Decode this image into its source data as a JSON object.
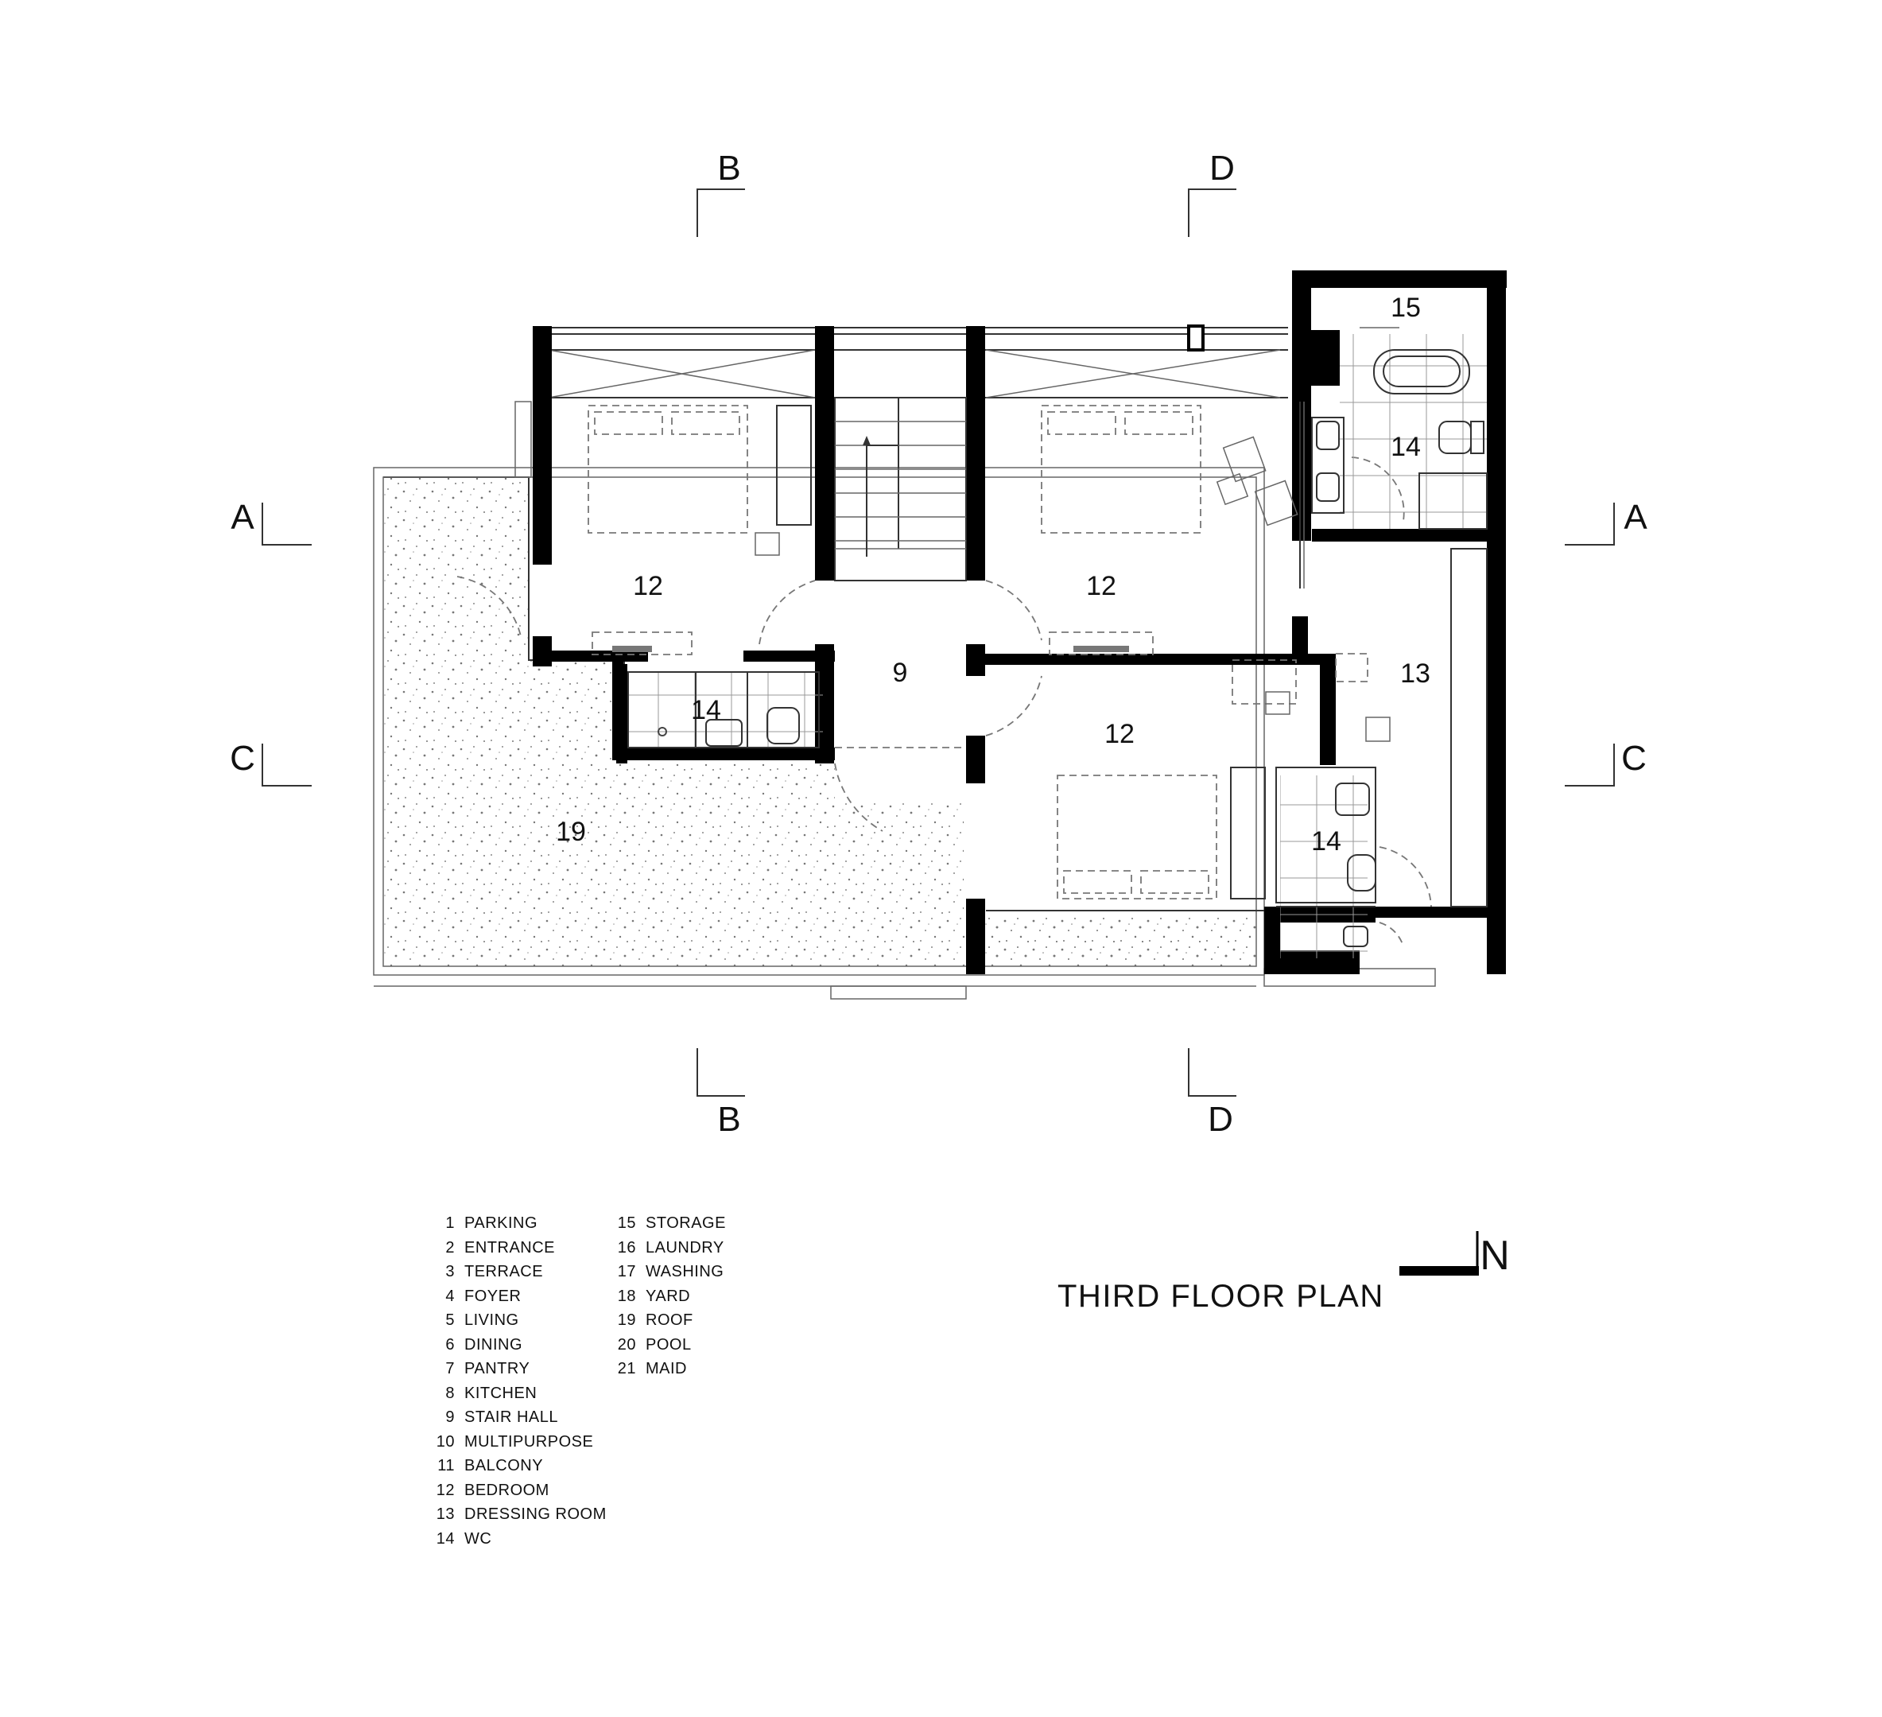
{
  "title": "THIRD FLOOR PLAN",
  "north_label": "N",
  "sections": {
    "a_left": "A",
    "a_right": "A",
    "b_top": "B",
    "b_bottom": "B",
    "c_left": "C",
    "c_right": "C",
    "d_top": "D",
    "d_bottom": "D"
  },
  "rooms": {
    "bedroom_nw": "12",
    "bedroom_ne": "12",
    "bedroom_s": "12",
    "stair_hall": "9",
    "wc_left": "14",
    "wc_master": "14",
    "wc_s": "14",
    "storage": "15",
    "dressing": "13",
    "roof": "19"
  },
  "legend": [
    {
      "num": "1",
      "label": "PARKING"
    },
    {
      "num": "2",
      "label": "ENTRANCE"
    },
    {
      "num": "3",
      "label": "TERRACE"
    },
    {
      "num": "4",
      "label": "FOYER"
    },
    {
      "num": "5",
      "label": "LIVING"
    },
    {
      "num": "6",
      "label": "DINING"
    },
    {
      "num": "7",
      "label": "PANTRY"
    },
    {
      "num": "8",
      "label": "KITCHEN"
    },
    {
      "num": "9",
      "label": "STAIR HALL"
    },
    {
      "num": "10",
      "label": "MULTIPURPOSE"
    },
    {
      "num": "11",
      "label": "BALCONY"
    },
    {
      "num": "12",
      "label": "BEDROOM"
    },
    {
      "num": "13",
      "label": "DRESSING ROOM"
    },
    {
      "num": "14",
      "label": "WC"
    },
    {
      "num": "15",
      "label": "STORAGE"
    },
    {
      "num": "16",
      "label": "LAUNDRY"
    },
    {
      "num": "17",
      "label": "WASHING"
    },
    {
      "num": "18",
      "label": "YARD"
    },
    {
      "num": "19",
      "label": "ROOF"
    },
    {
      "num": "20",
      "label": "POOL"
    },
    {
      "num": "21",
      "label": "MAID"
    }
  ]
}
